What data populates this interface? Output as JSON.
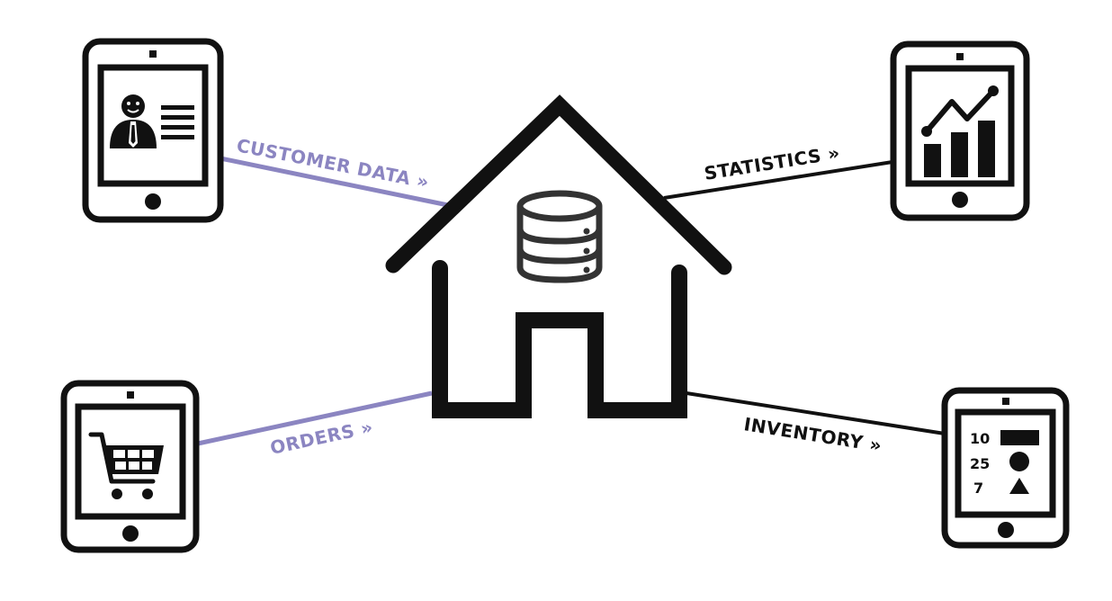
{
  "colors": {
    "accent_purple": "#8b85c1",
    "ink": "#111111",
    "database": "#333333"
  },
  "center": {
    "icon": "house-with-database-icon"
  },
  "devices": [
    {
      "id": "customer",
      "icon": "customer-profile-icon"
    },
    {
      "id": "statistics",
      "icon": "growth-chart-icon"
    },
    {
      "id": "orders",
      "icon": "shopping-cart-icon"
    },
    {
      "id": "inventory",
      "icon": "inventory-list-icon"
    }
  ],
  "connections": {
    "customer_data": {
      "label": "CUSTOMER DATA »",
      "color": "#8b85c1"
    },
    "statistics": {
      "label": "STATISTICS »",
      "color": "#111111"
    },
    "orders": {
      "label": "ORDERS »",
      "color": "#8b85c1"
    },
    "inventory": {
      "label": "INVENTORY »",
      "color": "#111111"
    }
  },
  "inventory_screen": {
    "rows": [
      {
        "count": "10",
        "shape": "rectangle"
      },
      {
        "count": "25",
        "shape": "circle"
      },
      {
        "count": "7",
        "shape": "triangle"
      }
    ]
  }
}
